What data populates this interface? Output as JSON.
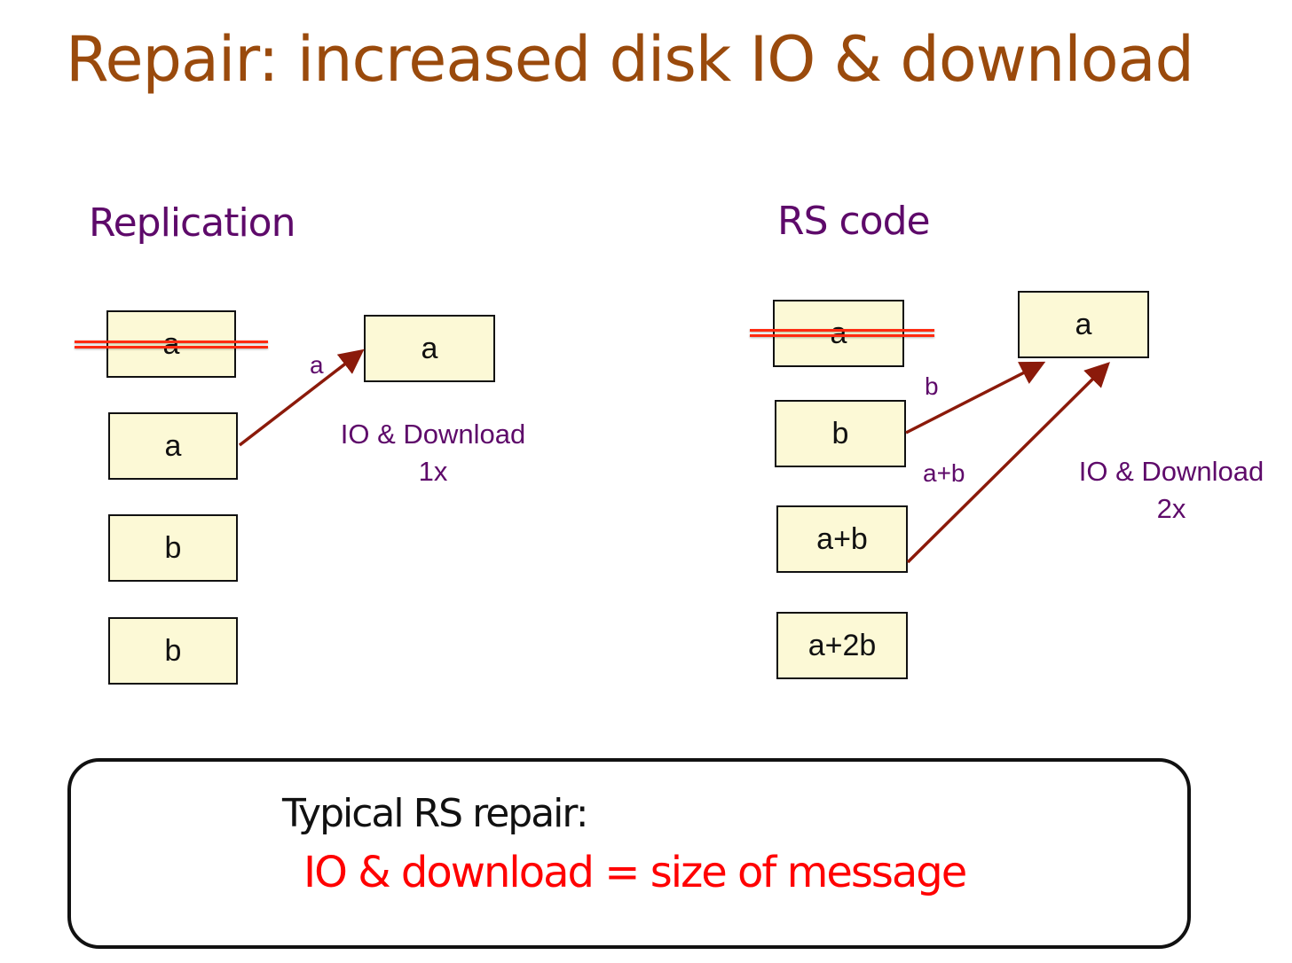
{
  "slide": {
    "title": "Repair: increased disk IO & download"
  },
  "replication": {
    "heading": "Replication",
    "blocks": [
      "a",
      "a",
      "b",
      "b"
    ],
    "failed_block_index": 0,
    "repaired_block": "a",
    "edge_labels": [
      "a"
    ],
    "cost_line1": "IO & Download",
    "cost_line2": "1x"
  },
  "rs_code": {
    "heading": "RS code",
    "blocks": [
      "a",
      "b",
      "a+b",
      "a+2b"
    ],
    "failed_block_index": 0,
    "repaired_block": "a",
    "edge_labels": [
      "b",
      "a+b"
    ],
    "cost_line1": "IO & Download",
    "cost_line2": "2x"
  },
  "summary": {
    "line1": "Typical RS repair:",
    "line2": "IO & download = size of message"
  },
  "colors": {
    "title": "#9a4a0c",
    "heading": "#5e0a6a",
    "block_fill": "#fcf9d6",
    "arrow": "#8b1a0a",
    "strike": "#ff2a10",
    "highlight": "#ff0000"
  }
}
